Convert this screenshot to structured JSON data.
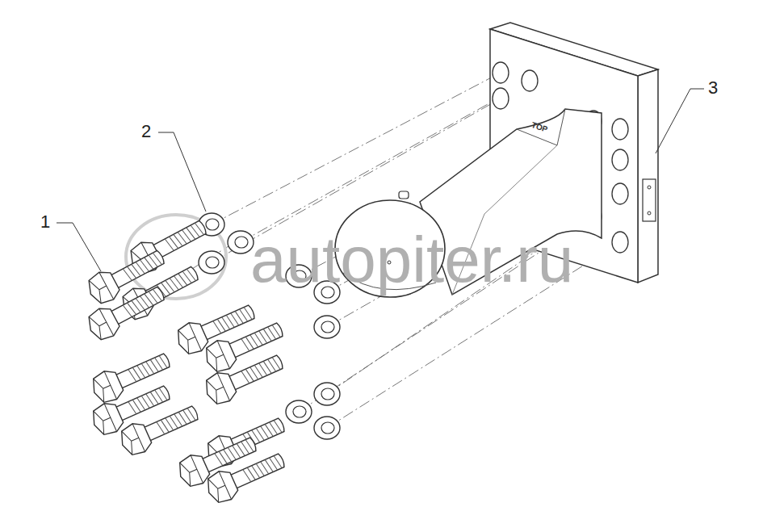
{
  "diagram": {
    "labels": [
      "1",
      "2",
      "3",
      "TOP",
      "autopiter.ru"
    ]
  }
}
